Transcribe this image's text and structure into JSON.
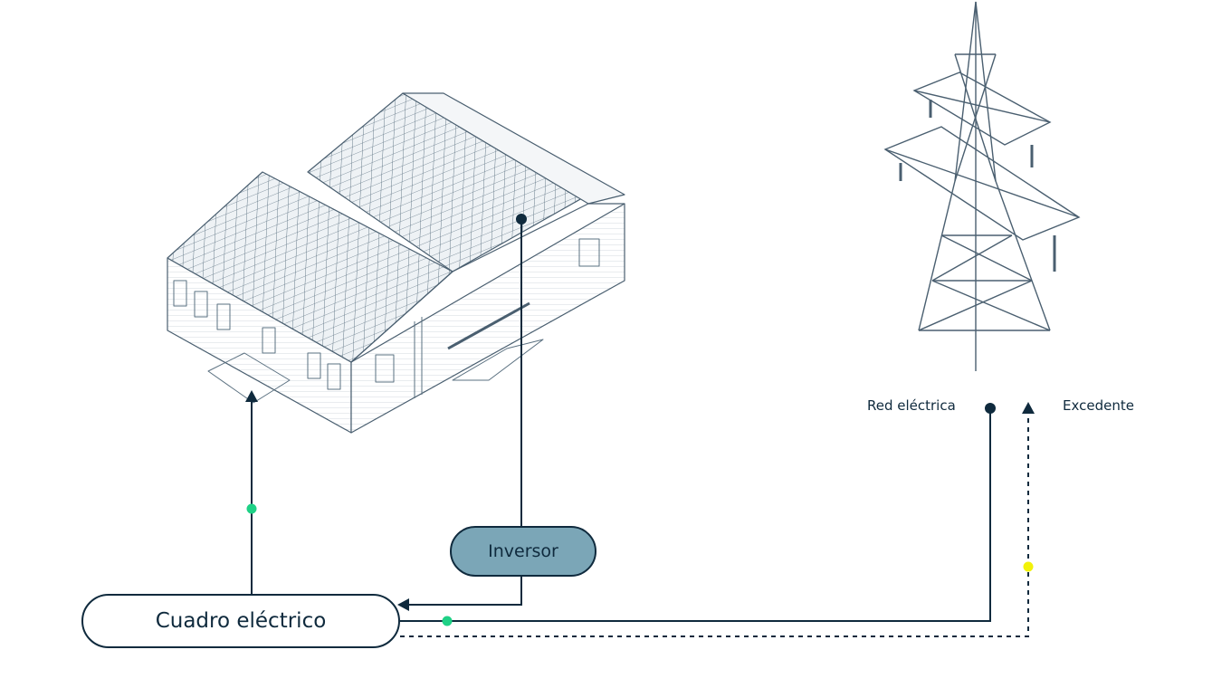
{
  "nodes": {
    "cuadro": "Cuadro eléctrico",
    "inversor": "Inversor"
  },
  "legend": {
    "grid": "Red eléctrica",
    "surplus": "Excedente"
  },
  "colors": {
    "line": "#0f2a3d",
    "inverter_fill": "#7ba6b7",
    "green_dot": "#1fd186",
    "yellow_dot": "#f2f20a",
    "drawing": "#4a5f70"
  },
  "icons": [
    "building-with-solar-panels-illustration",
    "power-tower-illustration"
  ]
}
